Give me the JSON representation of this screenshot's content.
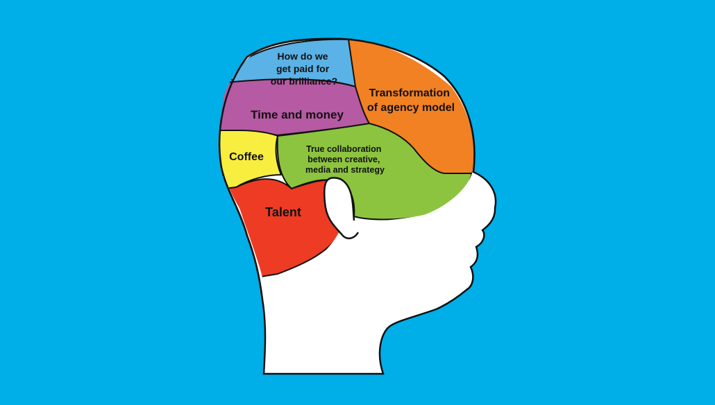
{
  "background_color": "#00aee8",
  "head": {
    "fill_color": "#ffffff",
    "outline_color": "#111111"
  },
  "regions": {
    "paid": {
      "lines": [
        "How do we",
        "get paid for",
        "our brilliance?"
      ],
      "color": "#5ab2e6"
    },
    "transformation": {
      "lines": [
        "Transformation",
        "of agency model"
      ],
      "color": "#f28123"
    },
    "time": {
      "lines": [
        "Time and money"
      ],
      "color": "#b55aa3"
    },
    "coffee": {
      "lines": [
        "Coffee"
      ],
      "color": "#f8ee3f"
    },
    "collab": {
      "lines": [
        "True collaboration",
        "between creative,",
        "media and strategy"
      ],
      "color": "#8cc43f"
    },
    "talent": {
      "lines": [
        "Talent"
      ],
      "color": "#ee3b24"
    }
  }
}
